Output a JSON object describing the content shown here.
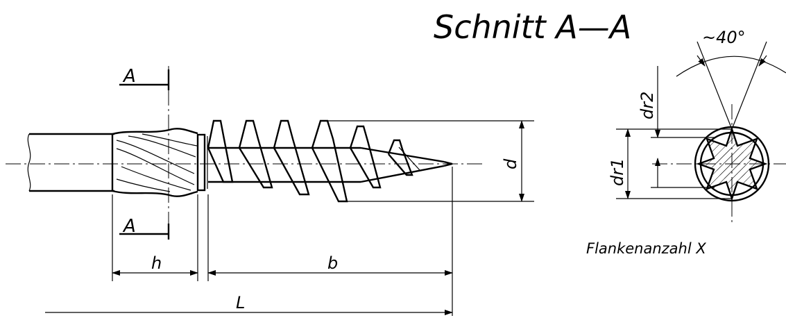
{
  "section_title": "Schnitt A—A",
  "section_marker": "A",
  "angle_label": "~40°",
  "flank_caption": "Flankenanzahl X",
  "dimensions": {
    "h": "h",
    "b": "b",
    "L": "L",
    "d": "d",
    "dr1": "dr1",
    "dr2": "dr2"
  }
}
